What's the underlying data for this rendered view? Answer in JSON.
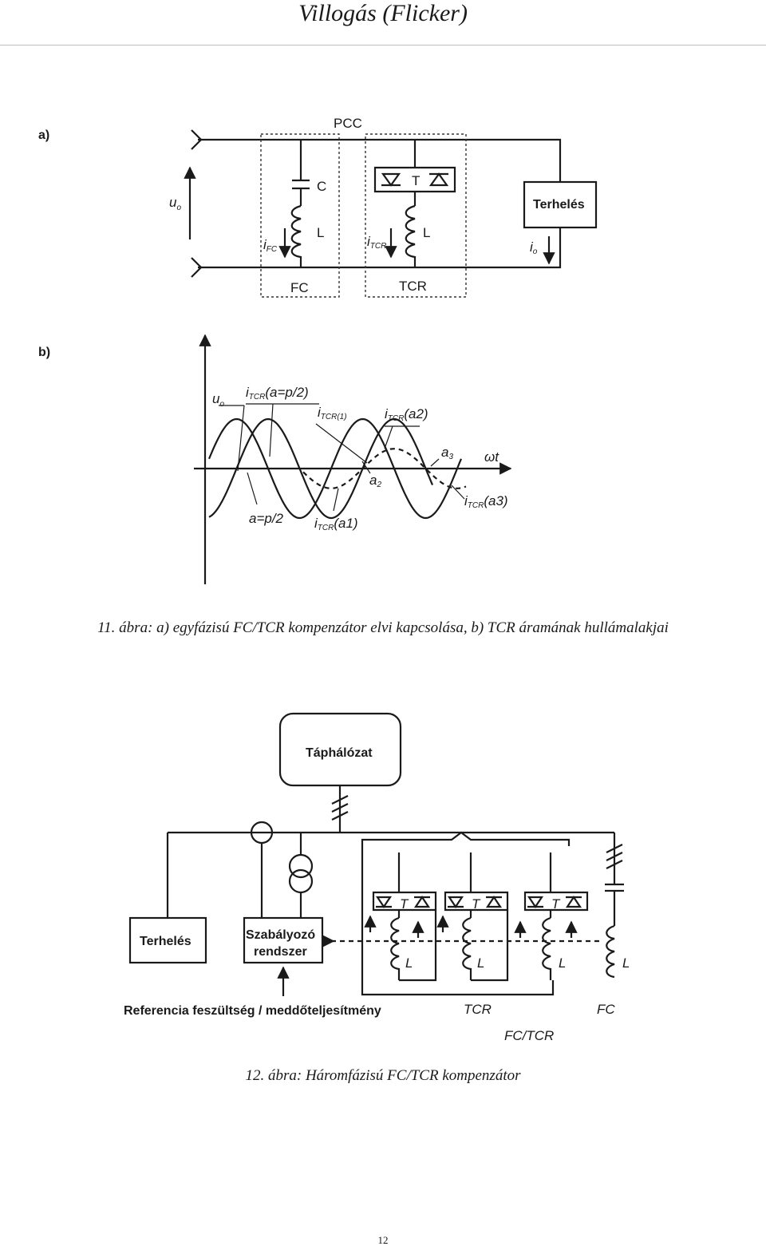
{
  "header": {
    "title": "Villogás (Flicker)"
  },
  "fig11": {
    "part_a": "a)",
    "part_b": "b)",
    "pcc": "PCC",
    "u_sym": "u",
    "u_sub": "o",
    "cap": "C",
    "thyristor": "T",
    "ind_fc": "L",
    "ind_tcr": "L",
    "load": "Terhelés",
    "i_sym": "i",
    "i_fc_sub": "FC",
    "i_tcr_sub": "TCR",
    "i_o_sub": "o",
    "fc_box": "FC",
    "tcr_box": "TCR",
    "wave": {
      "u_label": "u",
      "u_sub": "o",
      "itcr_pi2": "(a=p/2)",
      "itcr1_sub": "TCR(1)",
      "itcr_a2": "(a2)",
      "a3": "a",
      "a3_sub": "3",
      "wt": "ωt",
      "a2": "a",
      "a2_sub": "2",
      "itcr_a3": "(a3)",
      "alpha_pi2": "a=p/2",
      "itcr_a1": "(a1)"
    },
    "caption": "11. ábra: a) egyfázisú FC/TCR kompenzátor elvi kapcsolása, b) TCR áramának hullámalakjai"
  },
  "fig12": {
    "grid": "Táphálózat",
    "load": "Terhelés",
    "regulator_line1": "Szabályozó",
    "regulator_line2": "rendszer",
    "thyristor": "T",
    "inductor": "L",
    "reference": "Referencia feszültség / meddőteljesítmény",
    "tcr": "TCR",
    "fc": "FC",
    "fc_tcr": "FC/TCR",
    "caption": "12. ábra: Háromfázisú FC/TCR kompenzátor"
  },
  "footer": {
    "page_number": "12"
  }
}
